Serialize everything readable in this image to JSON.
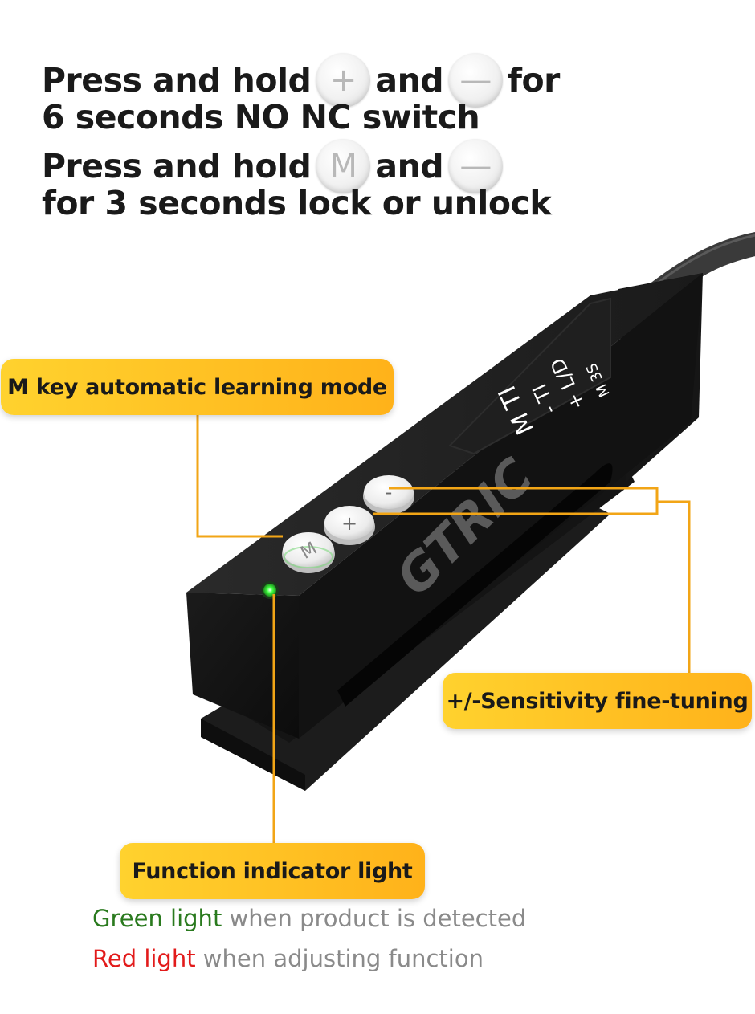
{
  "instructions": {
    "line1": {
      "pre": "Press and hold",
      "key1": "+",
      "mid": "and",
      "key2": "—",
      "post": "for"
    },
    "line2": "6 seconds NO NC switch",
    "line3": {
      "pre": "Press and hold",
      "key1": "M",
      "mid": "and",
      "key2": "—"
    },
    "line4": "for 3 seconds lock or unlock"
  },
  "device": {
    "brand": "GTRIC",
    "buttons": [
      "M",
      "+",
      "-"
    ],
    "panel_labels": [
      "M TI",
      "- TI",
      "+ L/D",
      "M 3S"
    ]
  },
  "callouts": {
    "m_key": "M key automatic learning mode",
    "sensitivity": "+/-Sensitivity fine-tuning",
    "indicator": "Function indicator light"
  },
  "notes": {
    "green": {
      "color_word": "Green light",
      "rest": " when product is detected"
    },
    "red": {
      "color_word": "Red light",
      "rest": " when adjusting function"
    }
  },
  "colors": {
    "accent": "#ffbf1f",
    "leader_line": "#f2a516",
    "green_led": "#3dff3d",
    "red_text": "#e21a1a",
    "green_text": "#2a7a1e"
  }
}
